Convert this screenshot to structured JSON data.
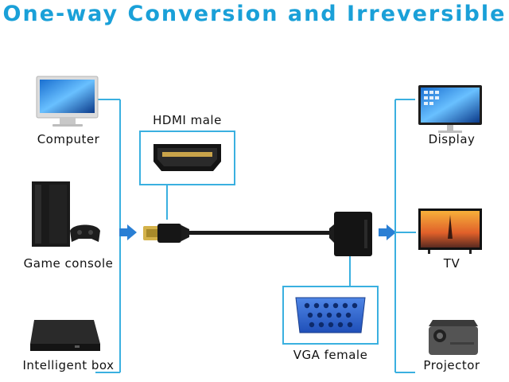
{
  "title": "One-way Conversion and  Irreversible",
  "inputs": {
    "computer": "Computer",
    "game_console": "Game console",
    "intelligent_box": "Intelligent box"
  },
  "connectors": {
    "hdmi": "HDMI male",
    "vga": "VGA female"
  },
  "outputs": {
    "display": "Display",
    "tv": "TV",
    "projector": "Projector"
  },
  "colors": {
    "accent": "#1aa0d8",
    "arrow": "#2a7fd4"
  }
}
